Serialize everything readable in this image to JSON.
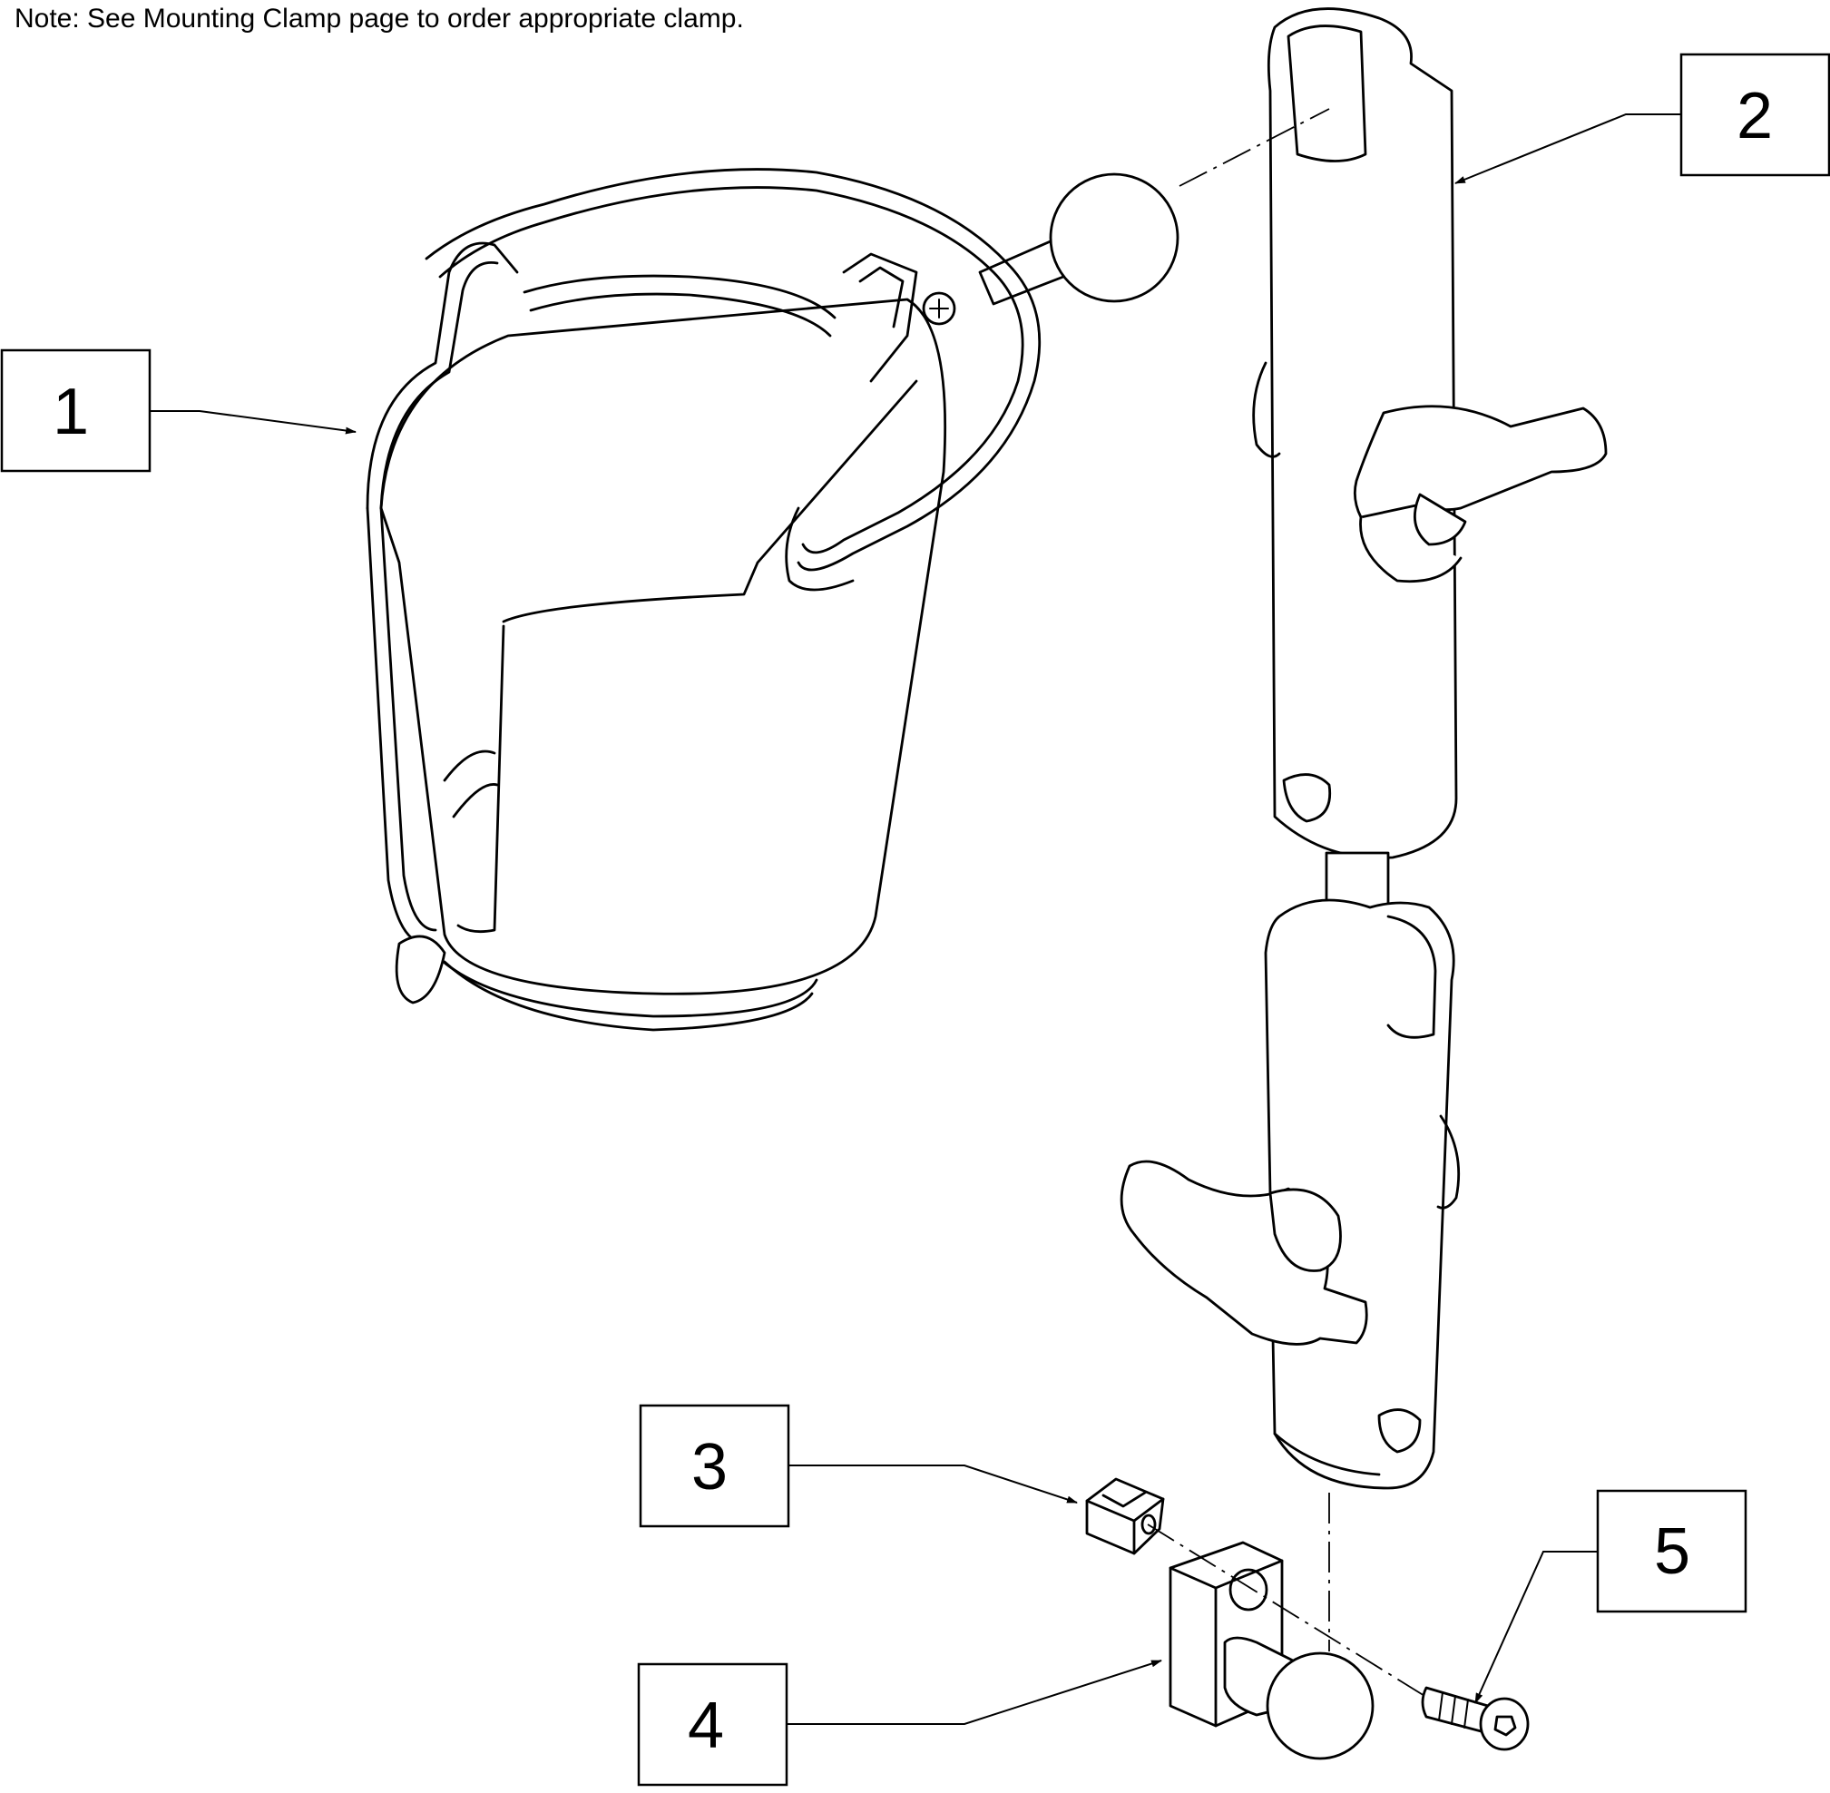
{
  "note": "Note: See Mounting Clamp page to order appropriate clamp.",
  "callouts": {
    "c1": "1",
    "c2": "2",
    "c3": "3",
    "c4": "4",
    "c5": "5"
  }
}
